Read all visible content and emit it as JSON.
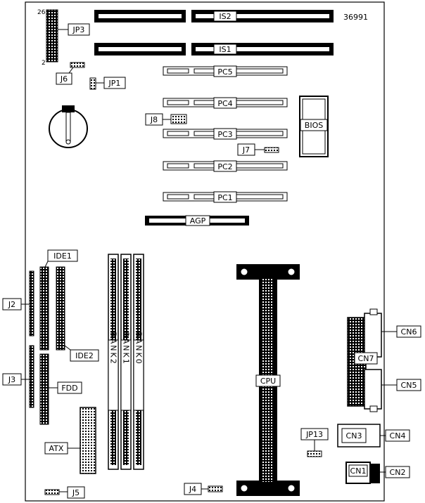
{
  "board": {
    "part_number": "36991",
    "jp3_pin_top": "26",
    "jp3_pin_bottom": "2"
  },
  "labels": {
    "jp3": "JP3",
    "j6": "J6",
    "jp1": "JP1",
    "j8": "J8",
    "j7": "J7",
    "is2": "IS2",
    "is1": "IS1",
    "pc5": "PC5",
    "pc4": "PC4",
    "pc3": "PC3",
    "pc2": "PC2",
    "pc1": "PC1",
    "bios": "BIOS",
    "agp": "AGP",
    "ide1": "IDE1",
    "ide2": "IDE2",
    "j2": "J2",
    "j3": "J3",
    "fdd": "FDD",
    "bank2": "BANK2",
    "bank1": "BANK1",
    "bank0": "BANK0",
    "cpu": "CPU",
    "cn6": "CN6",
    "cn7": "CN7",
    "cn5": "CN5",
    "cn3": "CN3",
    "cn4": "CN4",
    "cn1": "CN1",
    "cn2": "CN2",
    "jp13": "JP13",
    "atx": "ATX",
    "j4": "J4",
    "j5": "J5"
  }
}
